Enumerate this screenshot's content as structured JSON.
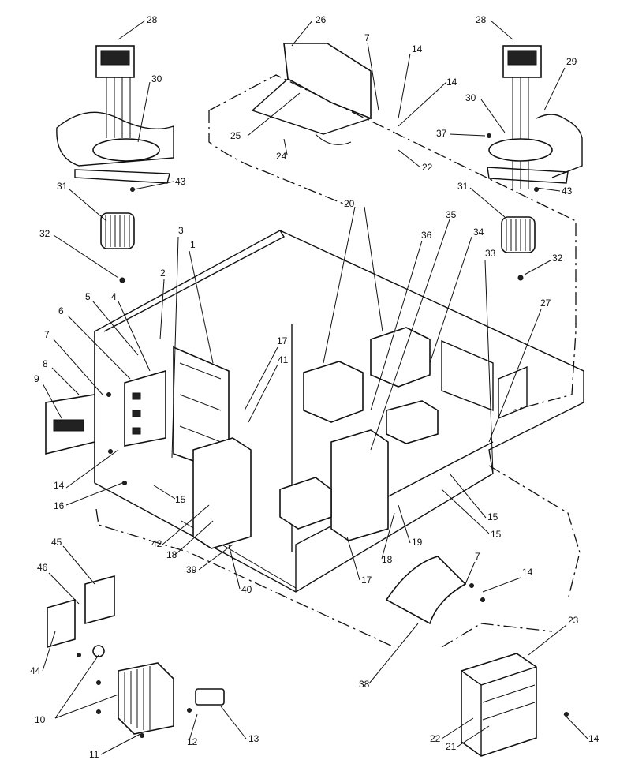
{
  "labels": [
    "28",
    "26",
    "7",
    "14",
    "14",
    "28",
    "29",
    "30",
    "30",
    "37",
    "25",
    "24",
    "22",
    "43",
    "43",
    "31",
    "31",
    "20",
    "35",
    "36",
    "34",
    "32",
    "32",
    "3",
    "1",
    "2",
    "33",
    "27",
    "5",
    "4",
    "6",
    "17",
    "41",
    "7",
    "8",
    "9",
    "14",
    "16",
    "15",
    "15",
    "15",
    "42",
    "18",
    "19",
    "39",
    "40",
    "18",
    "17",
    "7",
    "14",
    "45",
    "46",
    "44",
    "23",
    "38",
    "10",
    "11",
    "12",
    "13",
    "22",
    "21",
    "14"
  ]
}
